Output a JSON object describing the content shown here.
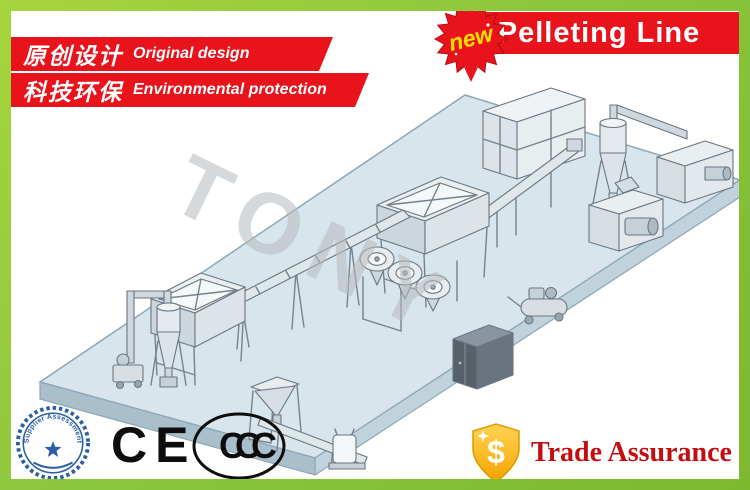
{
  "frame": {
    "border_color": "#8dc63f"
  },
  "ribbons": {
    "bg": "#e8131b",
    "line1": {
      "cn": "原创设计",
      "en": "Original design"
    },
    "line2": {
      "cn": "科技环保",
      "en": "Environmental protection"
    }
  },
  "header": {
    "bg": "#e8131b",
    "badge_label": "new",
    "badge_text_color": "#ffe100",
    "title": "Pelleting Line",
    "title_color": "#ffffff"
  },
  "scene": {
    "watermark": "TONY",
    "platform_color": "#d8e5ed"
  },
  "certifications": {
    "seal_text": "Supplier Assessment",
    "seal_color": "#2a5fa5",
    "ce": "CE",
    "ccc": "CCC"
  },
  "trade_assurance": {
    "dollar": "$",
    "label": "Trade Assurance",
    "shield_color": "#ffc20e",
    "label_color": "#c40d10"
  }
}
